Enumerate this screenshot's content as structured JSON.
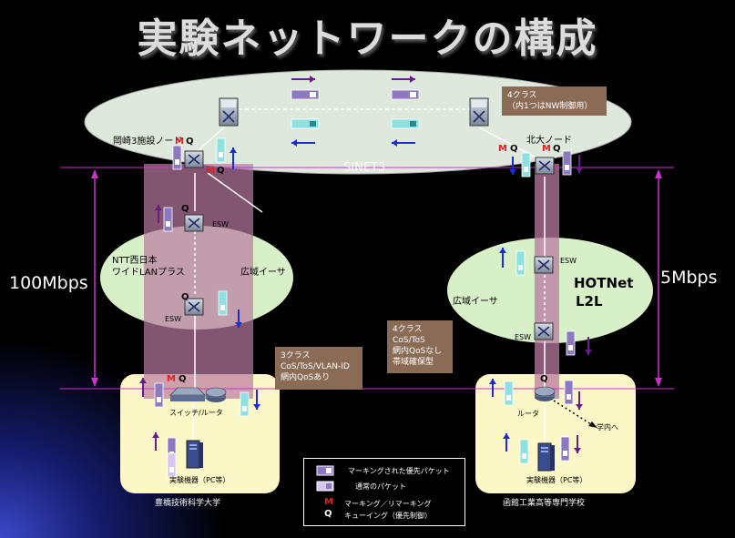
{
  "title": "実験ネットワークの構成",
  "sinet": {
    "label": "SINET3"
  },
  "okazaki_node": {
    "label": "岡崎3施設ノード"
  },
  "hokudai_node": {
    "label": "北大ノード"
  },
  "west": {
    "carrier": "NTT西日本",
    "service": "ワイドLANプラス",
    "ether": "広域イーサ",
    "esw_top": "ESW",
    "esw_bottom": "ESW",
    "site": "豊橋技術科学大学",
    "switch_router": "スイッチ/ルータ",
    "device": "実験機器（PC等）"
  },
  "east": {
    "ether": "広域イーサ",
    "hotnet_line1": "HOTNet",
    "hotnet_line2": "L2L",
    "esw_top": "ESW",
    "esw_bottom": "ESW",
    "site": "函館工業高等専門学校",
    "router": "ルータ",
    "campus": "学内へ",
    "device": "実験機器（PC等）"
  },
  "bandwidth": {
    "left": "100Mbps",
    "right": "5Mbps"
  },
  "notes": {
    "sinet": [
      "4クラス",
      "（内1つはNW制御用）"
    ],
    "west": [
      "3クラス",
      "CoS/ToS/VLAN-ID",
      "網内QoSあり"
    ],
    "east": [
      "4クラス",
      "CoS/ToS",
      "網内QoSなし",
      "帯域確保型"
    ]
  },
  "markers": {
    "m": "M",
    "q": "Q"
  },
  "legend": {
    "marked": "マーキングされた優先パケット",
    "normal": "通常のパケット",
    "m_symbol": "M",
    "m_text": "マーキング／リマーキング",
    "q_symbol": "Q",
    "q_text": "キューイング（優先制御）"
  },
  "colors": {
    "purple": "#6a1b8a",
    "blue": "#1b2bd6",
    "red": "#e02020",
    "magenta": "#cc33cc"
  }
}
